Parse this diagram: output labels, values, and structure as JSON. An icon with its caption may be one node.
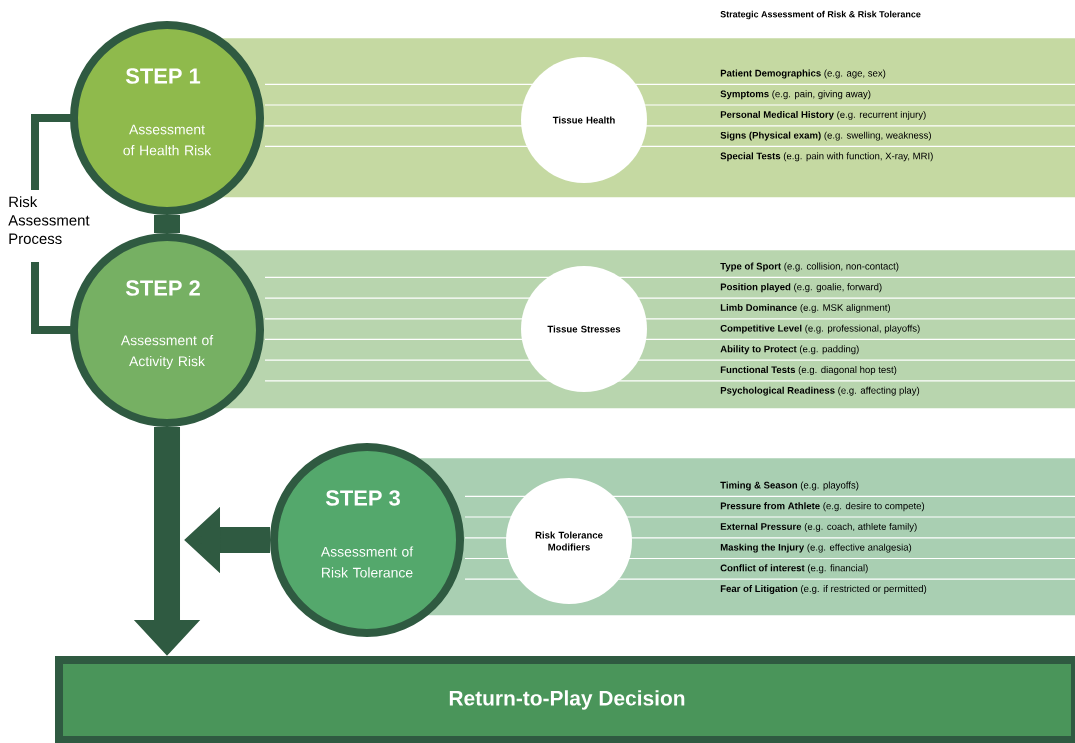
{
  "diagram": {
    "title": "Strategic Assessment of Risk & Risk Tolerance",
    "nodes": [
      {
        "text": [
          "STEP 1",
          "Assessment of Health Risk"
        ]
      },
      {
        "text": [
          "STEP 2",
          "Assessment of Activity Risk"
        ]
      },
      {
        "text": [
          "STEP 3",
          "Assessment of Risk Tolerance"
        ]
      },
      {
        "text": [
          "Return-to-Play Decision"
        ]
      },
      {
        "text": [
          "**Patient Demographics** (e.g. age, sex)",
          "**Symptoms** (e.g. pain, giving away)",
          "**Personal Medical History** (e.g. recurrent injury)",
          "**Signs (Physical exam)** (e.g. swelling, weakness)",
          "**Special Tests** (e.g. pain with function, X-ray, MRI)"
        ]
      },
      {
        "text": [
          "Tissue Health"
        ],
        "in": 4
      },
      {
        "text": [
          "**Type of Sport** (e.g. collision, non-contact)",
          "**Position played** (e.g. goalie, forward)",
          "**Limb Dominance** (e.g. MSK alignment)",
          "**Competitive Level** (e.g. professional, playoffs)",
          "**Ability to Protect** (e.g. padding)",
          "**Functional Tests** (e.g. diagonal hop test)",
          "**Psychological Readiness** (e.g. affecting play)"
        ]
      },
      {
        "text": [
          "Tissue Stresses"
        ],
        "in": 6
      },
      {
        "text": [
          "**Timing & Season** (e.g. playoffs)",
          "**Pressure from Athlete** (e.g. desire to compete)",
          "**External Pressure** (e.g. coach, athlete family)",
          "**Masking the Injury** (e.g. effective analgesia)",
          "**Conflict of interest** (e.g. financial)",
          "**Fear of Litigation** (e.g. if restricted or permitted)"
        ]
      },
      {
        "text": [
          "Risk Tolerance Modifiers"
        ],
        "in": 8
      }
    ],
    "edges": [
      {
        "from": 0,
        "to": 1,
        "arrow": "none"
      },
      {
        "from": 1,
        "to": 3,
        "arrow": "to"
      },
      {
        "from": 2,
        "to": null,
        "arrow": "to"
      }
    ],
    "labels": [
      "Risk Assessment Process"
    ]
  }
}
